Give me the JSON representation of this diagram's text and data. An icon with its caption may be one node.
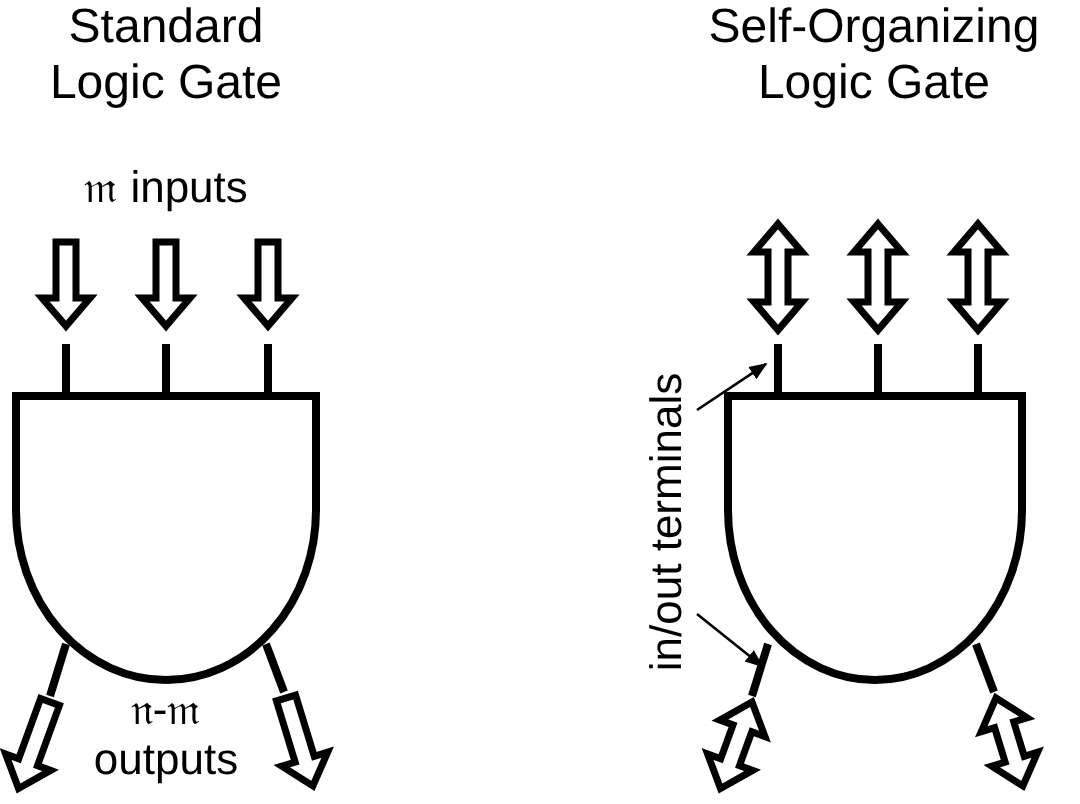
{
  "diagram": {
    "nodes": [
      {
        "text": [
          "Standard Logic Gate"
        ]
      },
      {
        "text": [
          "Self-Organizing Logic Gate"
        ]
      },
      {
        "text": [
          "in/out terminals"
        ]
      }
    ],
    "edges": [
      {
        "from": 2,
        "to": 1,
        "arrow": "to"
      },
      {
        "from": 2,
        "to": 1,
        "arrow": "to"
      }
    ],
    "labels": [
      "𝔪 inputs",
      "𝔫-𝔪 outputs"
    ]
  }
}
